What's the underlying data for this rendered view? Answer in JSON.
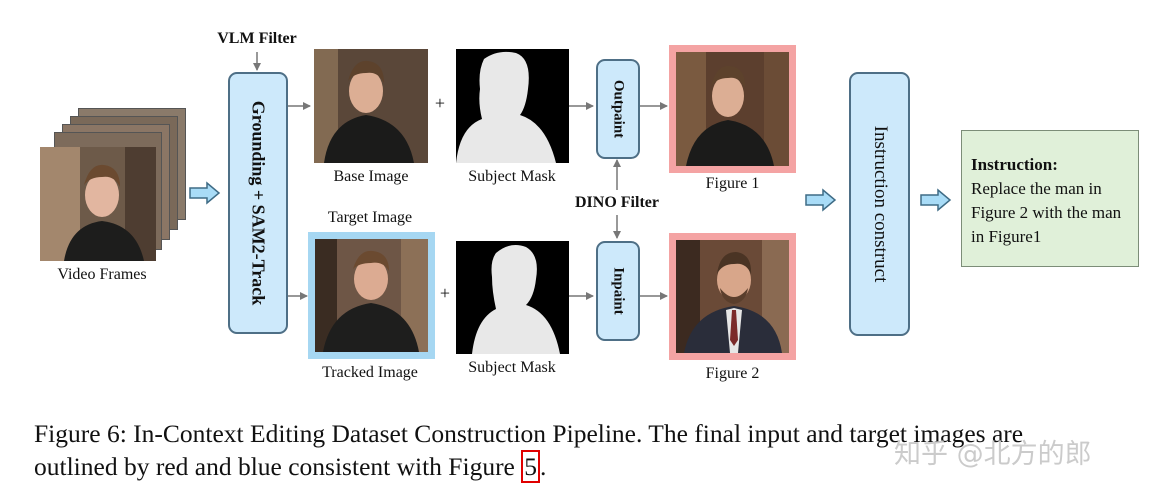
{
  "labels": {
    "vlm_filter": "VLM Filter",
    "grounding": "Grounding + SAM2-Track",
    "base_image": "Base Image",
    "subject_mask_top": "Subject Mask",
    "subject_mask_bottom": "Subject Mask",
    "target_image": "Target Image",
    "tracked_image": "Tracked Image",
    "dino_filter": "DINO Filter",
    "outpaint": "Outpaint",
    "inpaint": "Inpaint",
    "figure1": "Figure 1",
    "figure2": "Figure 2",
    "video_frames": "Video Frames",
    "instruction_construct": "Instruction construct",
    "plus": "+"
  },
  "instruction": {
    "heading": "Instruction:",
    "body": "Replace the man in Figure 2 with the man in Figure1"
  },
  "caption": {
    "line1": "Figure 6: In-Context Editing Dataset Construction Pipeline. The final input and target images are",
    "line2_pre": "outlined by red and blue consistent with Figure ",
    "line2_ref": "5",
    "line2_post": "."
  },
  "watermark": "知乎 @北方的郎",
  "colors": {
    "box_fill": "#cde9fb",
    "box_border": "#4e6f86",
    "arrow_fill": "#a9dcf7",
    "red_outline": "#f4a3a3",
    "blue_outline": "#a6d7f2",
    "instruction_fill": "#e0f0d9"
  }
}
